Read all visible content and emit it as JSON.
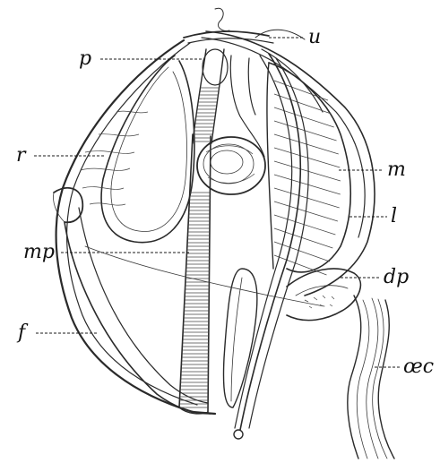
{
  "figure": {
    "labels": {
      "u": "u",
      "p": "p",
      "r": "r",
      "m": "m",
      "l": "l",
      "mp": "mp",
      "dp": "dp",
      "f": "f",
      "oec": "œc"
    },
    "colors": {
      "ink": "#2a2a2a",
      "paper": "#ffffff"
    }
  }
}
